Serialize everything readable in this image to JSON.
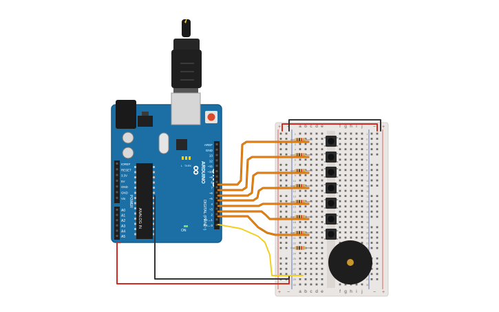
{
  "board": {
    "brand": "ARDUINO",
    "model": "UNO",
    "logo_symbol": "∞",
    "digital_header_label": "DIGITAL (PWM ~)",
    "analog_header_label": "ANALOG IN",
    "power_header_label": "POWER",
    "top_pins": [
      "AREF",
      "GND",
      "13",
      "12",
      "~11",
      "~10",
      "~9",
      "8",
      "7",
      "~6",
      "~5",
      "4",
      "~3",
      "2",
      "TX→1",
      "RX←0"
    ],
    "power_pins": [
      "IOREF",
      "RESET",
      "3.3V",
      "5V",
      "GND",
      "GND",
      "Vin"
    ],
    "analog_pins": [
      "A0",
      "A1",
      "A2",
      "A3",
      "A4",
      "A5"
    ],
    "led_labels": [
      "L",
      "TX",
      "RX"
    ],
    "on_label": "ON"
  },
  "breadboard": {
    "column_letters_left": [
      "a",
      "b",
      "c",
      "d",
      "e"
    ],
    "column_letters_right": [
      "f",
      "g",
      "h",
      "i",
      "j"
    ],
    "row_numbers": [
      "1",
      "2",
      "3",
      "4",
      "5",
      "6",
      "7",
      "8",
      "9",
      "10",
      "11",
      "12",
      "13",
      "14",
      "15",
      "16",
      "17",
      "18",
      "19",
      "20",
      "21",
      "22",
      "23",
      "24",
      "25",
      "26",
      "27",
      "28",
      "29",
      "30"
    ],
    "rail_plus": "+",
    "rail_minus": "−"
  },
  "components": {
    "buttons": 7,
    "resistors": 8,
    "buzzer": "piezo"
  },
  "colors": {
    "board": "#1c6fa5",
    "board_edge": "#155a87",
    "wire_orange": "#e8830c",
    "wire_yellow": "#f2cf1e",
    "wire_red": "#d42a20",
    "wire_black": "#333333",
    "breadboard": "#eae6e3",
    "rail_red": "#d4443a",
    "rail_blue": "#3a5fb0"
  }
}
